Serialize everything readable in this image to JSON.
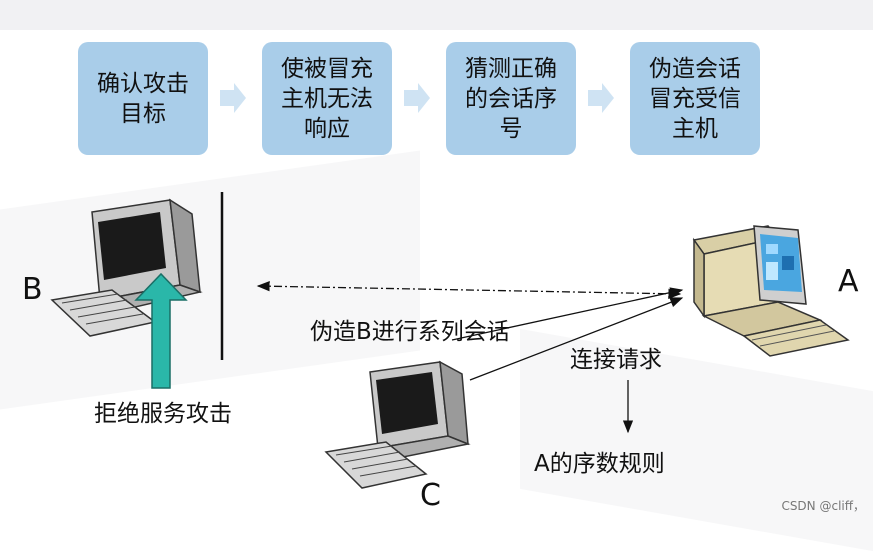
{
  "steps": [
    "确认攻击目标",
    "使被冒充主机无法响应",
    "猜测正确的会话序号",
    "伪造会话冒充受信主机"
  ],
  "nodes": {
    "b": "B",
    "a": "A",
    "c": "C"
  },
  "labels": {
    "forge_session": "伪造B进行系列会话",
    "connect_request": "连接请求",
    "dos_attack": "拒绝服务攻击",
    "a_seq_rule": "A的序数规则"
  },
  "watermark": "CSDN @cliff，",
  "colors": {
    "step_fill": "#a9cde9",
    "dos_arrow": "#2ab7a9",
    "chevron": "#cfe3f3"
  }
}
